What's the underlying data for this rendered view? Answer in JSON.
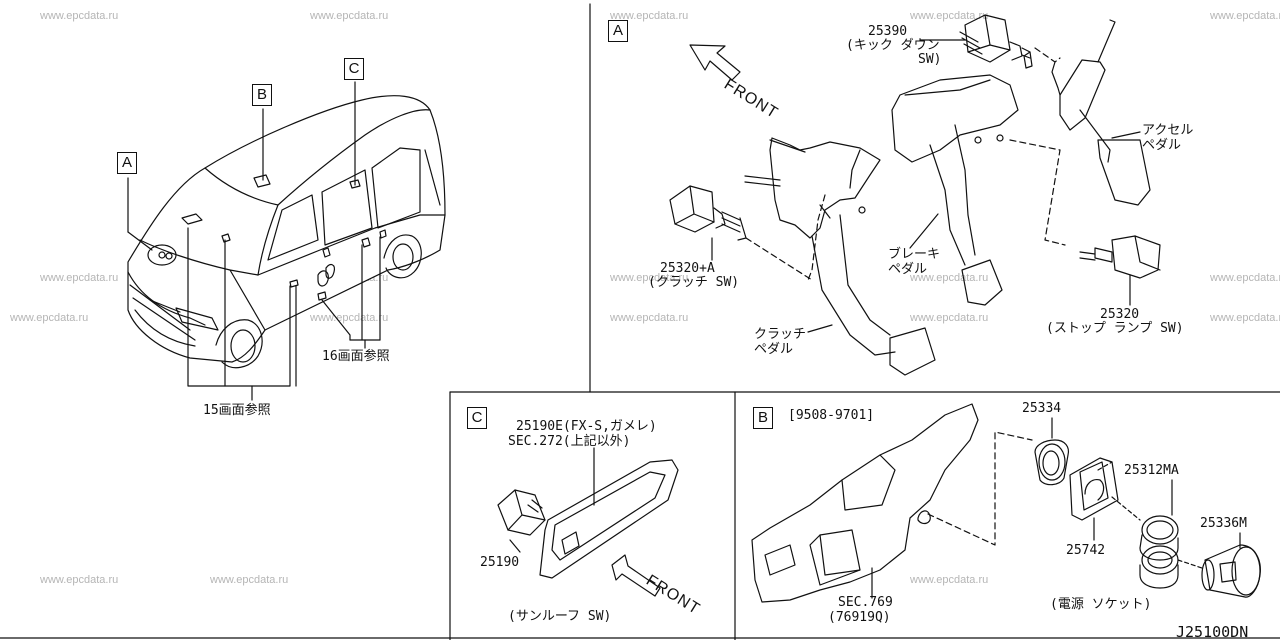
{
  "watermark": "www.epcdata.ru",
  "frames": {
    "a": {
      "letter": "A"
    },
    "b": {
      "letter": "B",
      "range": "[9508-9701]"
    },
    "c": {
      "letter": "C"
    }
  },
  "overview": {
    "callout_a": "A",
    "callout_b": "B",
    "callout_c": "C",
    "ref_16": "16画面参照",
    "ref_15": "15画面参照"
  },
  "panel_a": {
    "front": "FRONT",
    "p25390": "25390",
    "p25390_desc1": "(キック ダウン",
    "p25390_desc2": "SW)",
    "accel1": "アクセル",
    "accel2": "ペダル",
    "brake1": "ブレーキ",
    "brake2": "ペダル",
    "p25320a": "25320+A",
    "p25320a_desc": "(クラッチ SW)",
    "p25320": "25320",
    "p25320_desc": "(ストップ ランプ SW)",
    "clutch1": "クラッチ",
    "clutch2": "ペダル"
  },
  "panel_c": {
    "p25190e": "25190E(FX-S,ガメレ)",
    "sec272": "SEC.272(上記以外)",
    "p25190": "25190",
    "front": "FRONT",
    "sunroof": "(サンルーフ SW)"
  },
  "panel_b": {
    "p25334": "25334",
    "p25312ma": "25312MA",
    "p25336m": "25336M",
    "p25742": "25742",
    "sec769": "SEC.769",
    "p76919q": "(76919Q)",
    "power": "(電源 ソケット)"
  },
  "diagram_code": "J25100DN"
}
